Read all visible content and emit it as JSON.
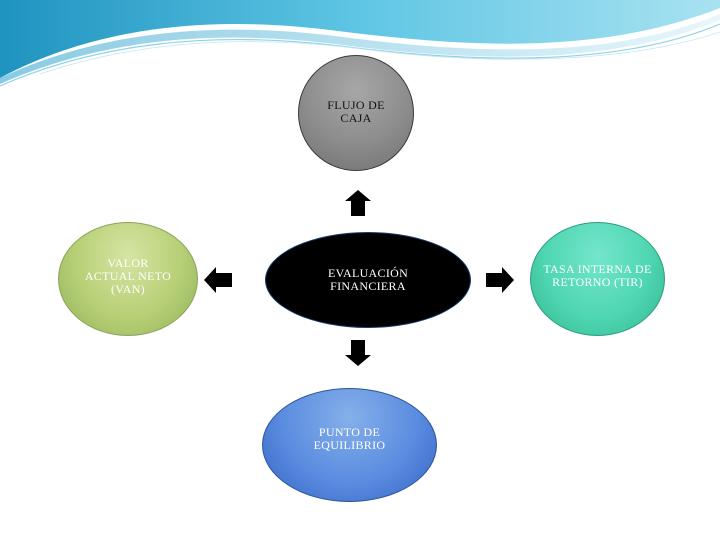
{
  "diagram": {
    "nodes": {
      "top": {
        "label": "FLUJO DE\nCAJA"
      },
      "center": {
        "label": "EVALUACIÓN\nFINANCIERA"
      },
      "left": {
        "label": "VALOR\nACTUAL NETO\n(VAN)"
      },
      "right": {
        "label": "TASA INTERNA DE\nRETORNO (TIR)"
      },
      "bottom": {
        "label": "PUNTO DE\nEQUILIBRIO"
      }
    },
    "arrows": [
      "up",
      "down",
      "left",
      "right"
    ],
    "colors": {
      "top": "#8c8c8c",
      "center": "#000000",
      "left": "#b7cf75",
      "right": "#4fd6b2",
      "bottom": "#5a8ce0",
      "arrow": "#000000",
      "banner": "#4fb7d8"
    }
  }
}
